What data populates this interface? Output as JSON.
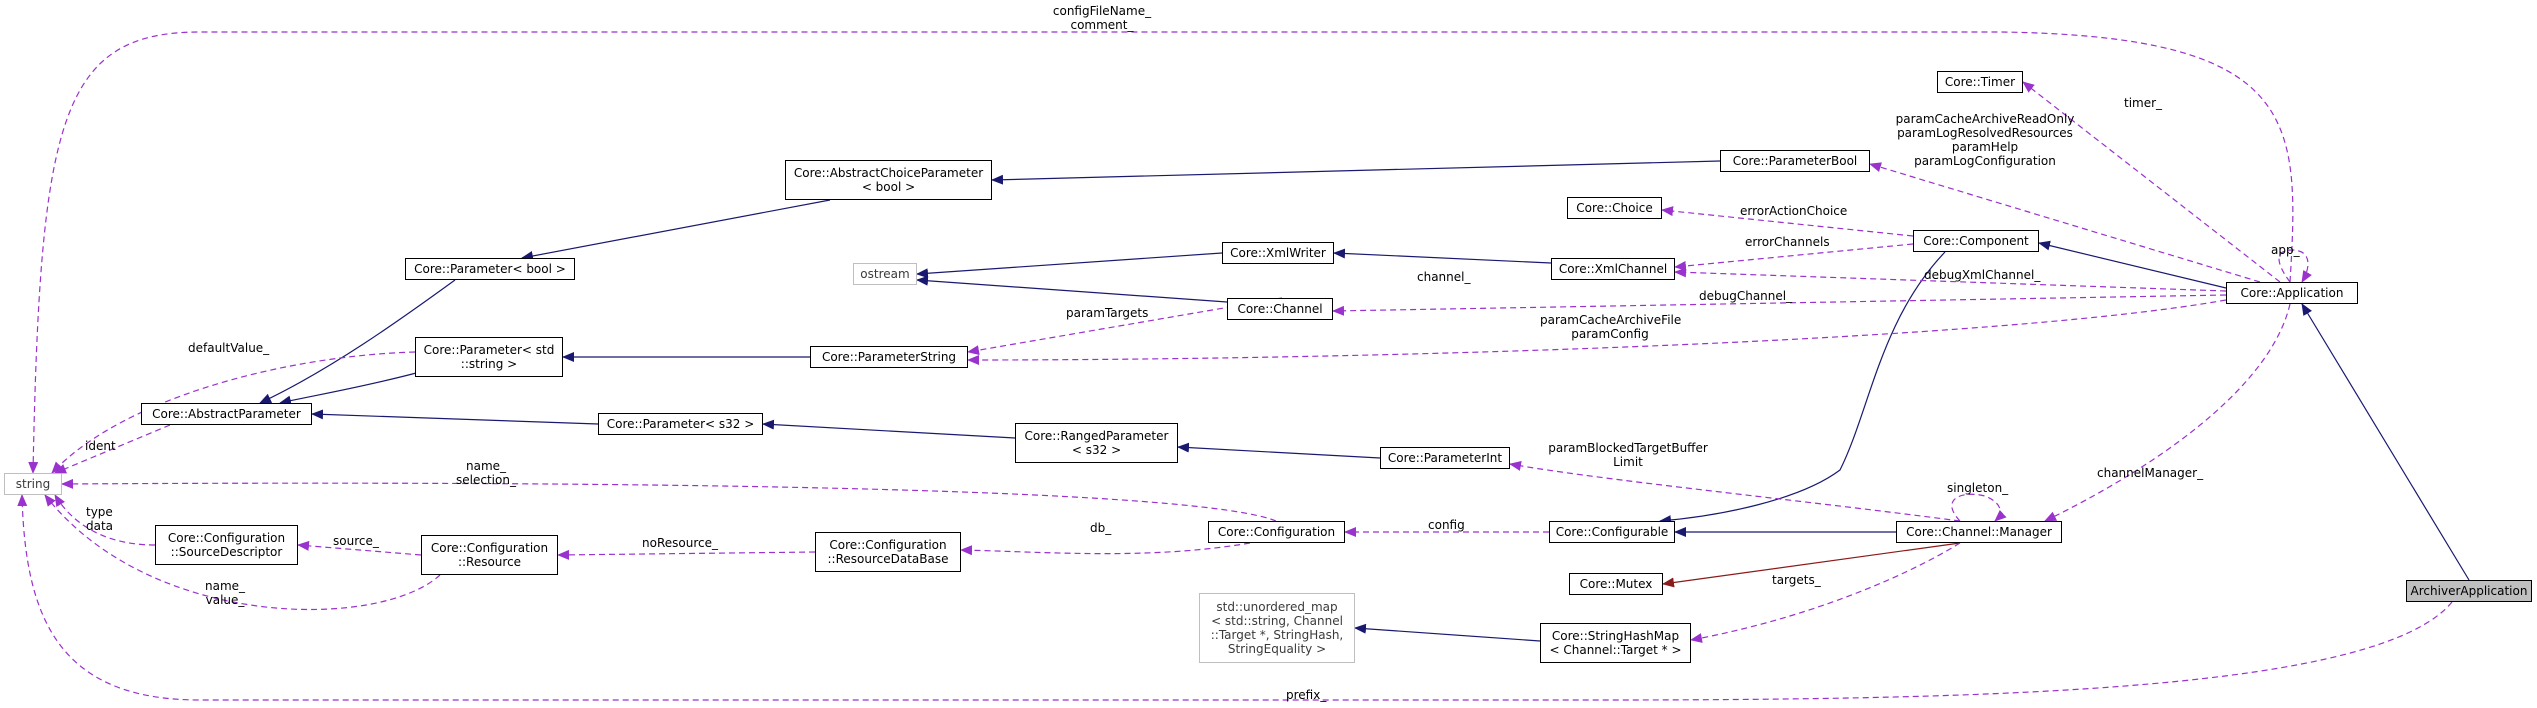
{
  "colors": {
    "inheritance": "#191970",
    "usage": "#9a32cd",
    "private": "#8b1a1a"
  },
  "nodes": {
    "archiver_application": "ArchiverApplication",
    "application": "Core::Application",
    "timer": "Core::Timer",
    "parameter_bool": "Core::ParameterBool",
    "abstract_choice_parameter": [
      "Core::AbstractChoiceParameter",
      "< bool >"
    ],
    "parameter_bool_template": "Core::Parameter< bool >",
    "choice": "Core::Choice",
    "component": "Core::Component",
    "xml_writer": "Core::XmlWriter",
    "xml_channel": "Core::XmlChannel",
    "ostream": "ostream",
    "channel": "Core::Channel",
    "parameter_std_string": [
      "Core::Parameter< std",
      "::string >"
    ],
    "parameter_string": "Core::ParameterString",
    "abstract_parameter": "Core::AbstractParameter",
    "parameter_s32": "Core::Parameter< s32 >",
    "ranged_parameter": [
      "Core::RangedParameter",
      "< s32 >"
    ],
    "parameter_int": "Core::ParameterInt",
    "string": "string",
    "source_descriptor": [
      "Core::Configuration",
      "::SourceDescriptor"
    ],
    "resource": [
      "Core::Configuration",
      "::Resource"
    ],
    "resource_database": [
      "Core::Configuration",
      "::ResourceDataBase"
    ],
    "configuration": "Core::Configuration",
    "configurable": "Core::Configurable",
    "channel_manager": "Core::Channel::Manager",
    "mutex": "Core::Mutex",
    "unordered_map": [
      "std::unordered_map",
      "< std::string, Channel",
      "::Target *, StringHash,",
      "StringEquality >"
    ],
    "string_hash_map": [
      "Core::StringHashMap",
      "< Channel::Target * >"
    ]
  },
  "edge_labels": {
    "config_file_name": [
      "configFileName_",
      "comment_"
    ],
    "timer": "timer_",
    "param_bool_members": [
      "paramCacheArchiveReadOnly",
      "paramLogResolvedResources",
      "paramHelp",
      "paramLogConfiguration"
    ],
    "app": "app_",
    "error_action_choice": "errorActionChoice",
    "error_channels": "errorChannels",
    "channel": "channel_",
    "debug_xml_channel": "debugXmlChannel_",
    "debug_channel": "debugChannel_",
    "param_targets": "paramTargets",
    "param_string_members": [
      "paramCacheArchiveFile",
      "paramConfig"
    ],
    "default_value": "defaultValue_",
    "ident": "ident",
    "name_selection": [
      "name_",
      "selection_"
    ],
    "param_blocked": [
      "paramBlockedTargetBuffer",
      "Limit"
    ],
    "channel_manager": "channelManager_",
    "singleton": "singleton_",
    "type_data": [
      "type",
      "data"
    ],
    "source": "source_",
    "no_resource": "noResource_",
    "db": "db_",
    "config": "config",
    "targets": "targets_",
    "name_value": [
      "name_",
      "value_"
    ],
    "prefix": "prefix_"
  }
}
